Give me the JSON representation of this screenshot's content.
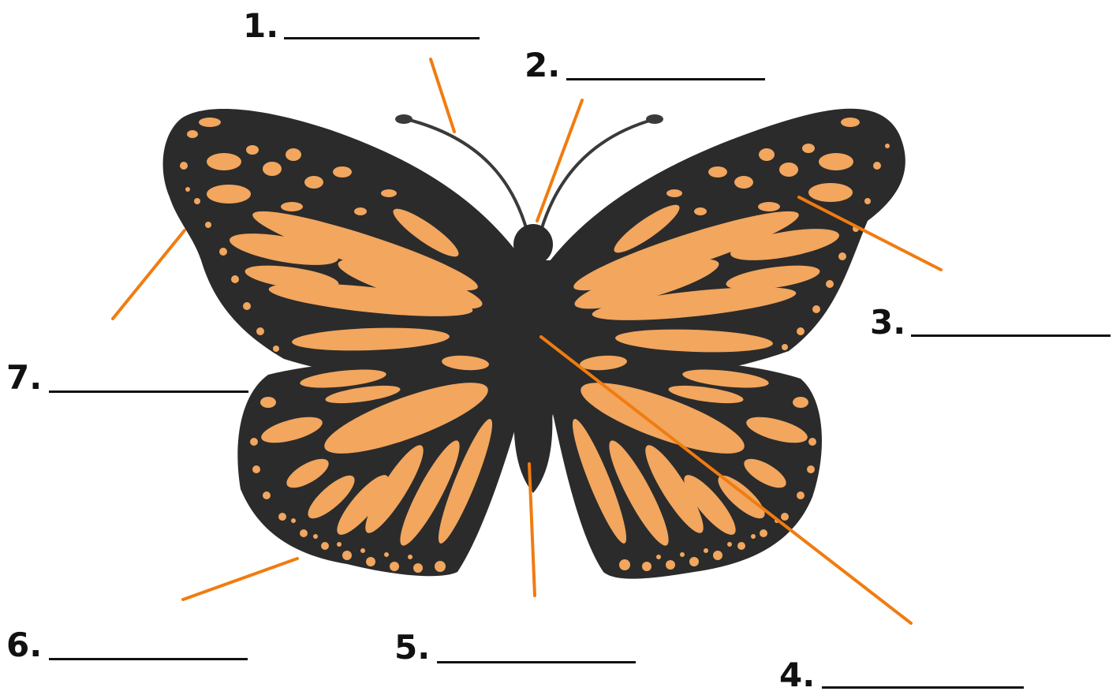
{
  "labels": [
    {
      "id": 1,
      "text": "1."
    },
    {
      "id": 2,
      "text": "2."
    },
    {
      "id": 3,
      "text": "3."
    },
    {
      "id": 4,
      "text": "4."
    },
    {
      "id": 5,
      "text": "5."
    },
    {
      "id": 6,
      "text": "6."
    },
    {
      "id": 7,
      "text": "7."
    }
  ],
  "colors": {
    "wing_dark": "#2b2b2b",
    "wing_orange": "#f2a65e",
    "pointer_line": "#f07c10",
    "text": "#111111",
    "background": "#ffffff"
  }
}
